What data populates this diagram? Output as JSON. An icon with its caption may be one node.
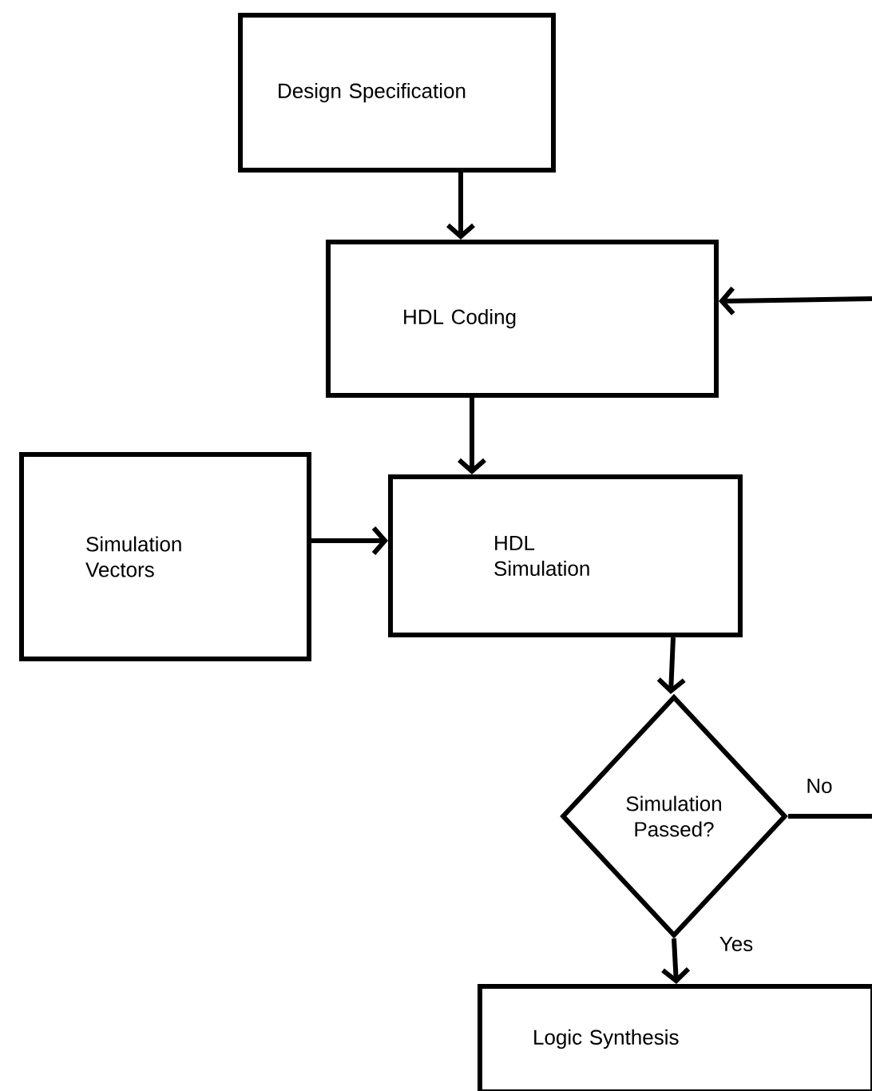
{
  "diagram": {
    "nodes": [
      {
        "text": [
          "Design Specification"
        ]
      },
      {
        "text": [
          "HDL Coding"
        ]
      },
      {
        "text": [
          "Simulation Vectors"
        ]
      },
      {
        "text": [
          "HDL Simulation"
        ]
      },
      {
        "text": [
          "Simulation Passed?"
        ]
      },
      {
        "text": [
          "Logic Synthesis"
        ]
      }
    ],
    "edges": [
      {
        "from": 0,
        "to": 1,
        "arrow": "to"
      },
      {
        "from": 1,
        "to": 3,
        "arrow": "to"
      },
      {
        "from": 2,
        "to": 3,
        "arrow": "to"
      },
      {
        "from": 3,
        "to": 4,
        "arrow": "to"
      },
      {
        "from": 4,
        "to": 5,
        "label": "Yes",
        "arrow": "to"
      },
      {
        "from": 4,
        "to": null,
        "label": "No",
        "arrow": "none"
      },
      {
        "from": null,
        "to": 1,
        "arrow": "to"
      }
    ]
  }
}
